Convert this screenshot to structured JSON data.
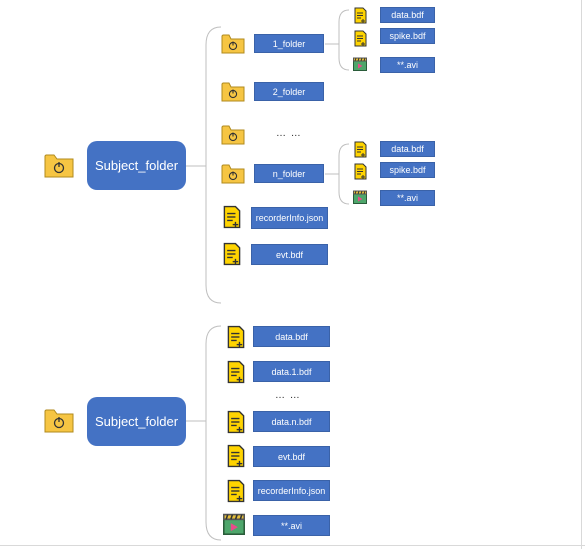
{
  "diagram1": {
    "root": "Subject_folder",
    "folder1": {
      "label": "1_folder",
      "files": [
        "data.bdf",
        "spike.bdf",
        "**.avi"
      ]
    },
    "folder2": {
      "label": "2_folder"
    },
    "ellipsis": "… …",
    "folderN": {
      "label": "n_folder",
      "files": [
        "data.bdf",
        "spike.bdf",
        "**.avi"
      ]
    },
    "recorder": "recorderInfo.json",
    "evt": "evt.bdf"
  },
  "diagram2": {
    "root": "Subject_folder",
    "files": [
      "data.bdf",
      "data.1.bdf",
      "data.n.bdf",
      "evt.bdf",
      "recorderInfo.json",
      "**.avi"
    ],
    "ellipsis": "… …"
  },
  "colors": {
    "box": "#4472c4",
    "folder_icon": "#f6c543",
    "file_icon": "#ffd400",
    "line": "#bfbfbf"
  },
  "icons": [
    "folder-icon",
    "file-plus-icon",
    "video-clapper-icon"
  ]
}
